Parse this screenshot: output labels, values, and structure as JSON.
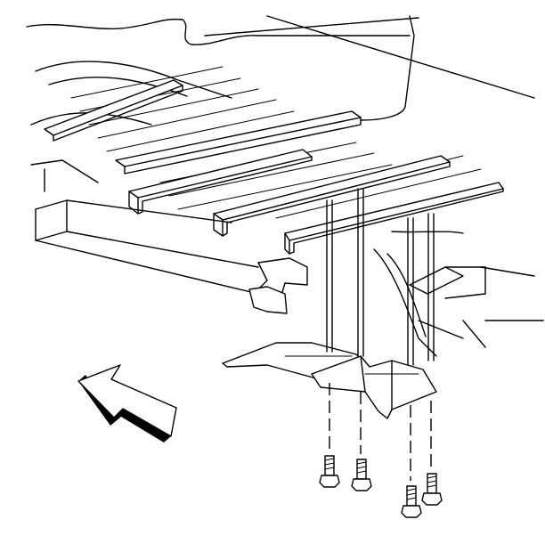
{
  "figure": {
    "kind": "line-art service illustration",
    "labels": []
  },
  "parts": {
    "crossmember_count": 4,
    "skid_plate_count": 1,
    "bolt_count": 4,
    "view_arrow": "front-of-vehicle-arrow"
  },
  "colors": {
    "line": "#000000",
    "background": "#ffffff"
  }
}
